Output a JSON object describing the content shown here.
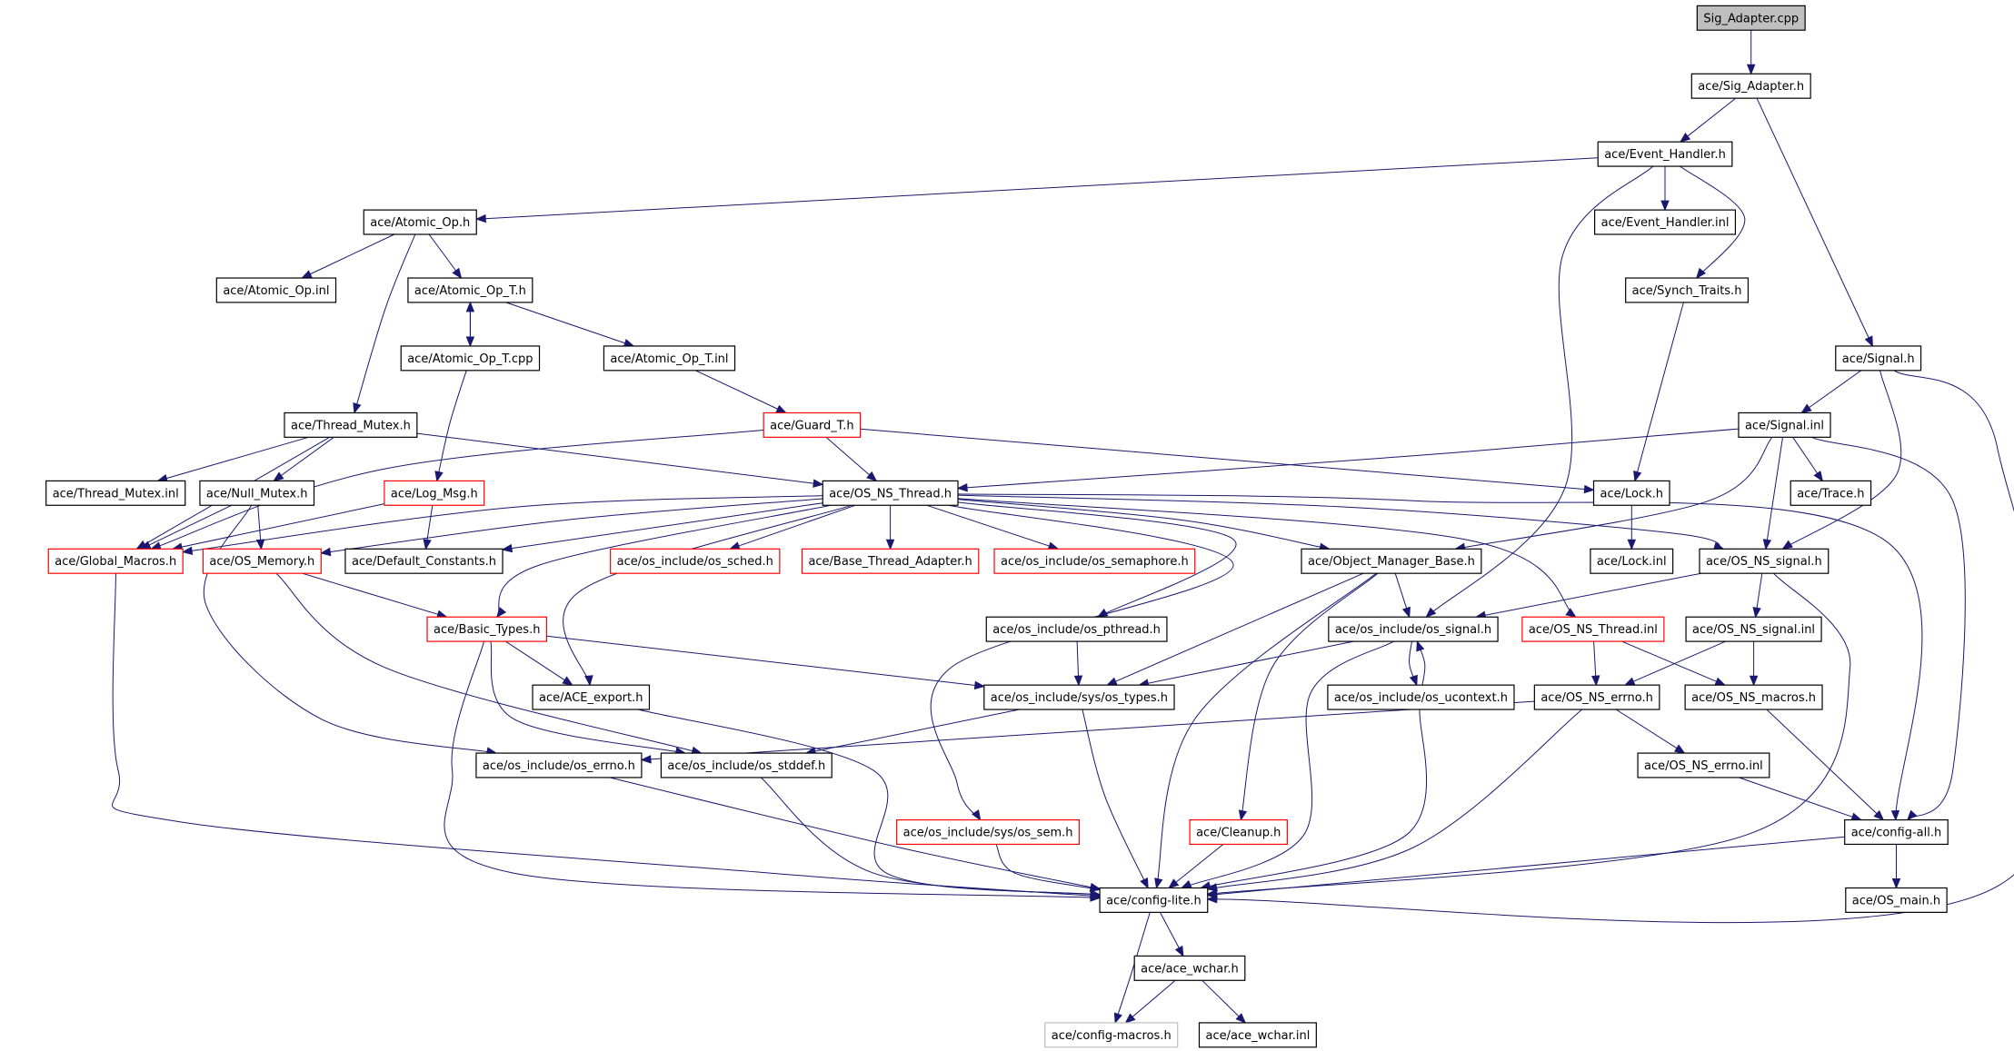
{
  "diagram": {
    "root": "Sig_Adapter.cpp",
    "colors": {
      "edge": "#191970",
      "normal_border": "#000000",
      "undocumented_border": "#ff0000",
      "missing_border": "#bfbfbf",
      "root_fill": "#bfbfbf",
      "fill": "#ffffff"
    },
    "nodes": [
      {
        "id": "sig_adapter_cpp",
        "label": "Sig_Adapter.cpp",
        "style": "root"
      },
      {
        "id": "sig_adapter_h",
        "label": "ace/Sig_Adapter.h",
        "style": "normal"
      },
      {
        "id": "event_handler_h",
        "label": "ace/Event_Handler.h",
        "style": "normal"
      },
      {
        "id": "atomic_op_h",
        "label": "ace/Atomic_Op.h",
        "style": "normal"
      },
      {
        "id": "event_handler_inl",
        "label": "ace/Event_Handler.inl",
        "style": "normal"
      },
      {
        "id": "atomic_op_inl",
        "label": "ace/Atomic_Op.inl",
        "style": "normal"
      },
      {
        "id": "atomic_op_t_h",
        "label": "ace/Atomic_Op_T.h",
        "style": "normal"
      },
      {
        "id": "synch_traits_h",
        "label": "ace/Synch_Traits.h",
        "style": "normal"
      },
      {
        "id": "atomic_op_t_cpp",
        "label": "ace/Atomic_Op_T.cpp",
        "style": "normal"
      },
      {
        "id": "atomic_op_t_inl",
        "label": "ace/Atomic_Op_T.inl",
        "style": "normal"
      },
      {
        "id": "signal_h",
        "label": "ace/Signal.h",
        "style": "normal"
      },
      {
        "id": "thread_mutex_h",
        "label": "ace/Thread_Mutex.h",
        "style": "normal"
      },
      {
        "id": "guard_t_h",
        "label": "ace/Guard_T.h",
        "style": "red"
      },
      {
        "id": "signal_inl",
        "label": "ace/Signal.inl",
        "style": "normal"
      },
      {
        "id": "thread_mutex_inl",
        "label": "ace/Thread_Mutex.inl",
        "style": "normal"
      },
      {
        "id": "null_mutex_h",
        "label": "ace/Null_Mutex.h",
        "style": "normal"
      },
      {
        "id": "log_msg_h",
        "label": "ace/Log_Msg.h",
        "style": "red"
      },
      {
        "id": "os_ns_thread_h",
        "label": "ace/OS_NS_Thread.h",
        "style": "normal"
      },
      {
        "id": "lock_h",
        "label": "ace/Lock.h",
        "style": "normal"
      },
      {
        "id": "trace_h",
        "label": "ace/Trace.h",
        "style": "normal"
      },
      {
        "id": "global_macros_h",
        "label": "ace/Global_Macros.h",
        "style": "red"
      },
      {
        "id": "os_memory_h",
        "label": "ace/OS_Memory.h",
        "style": "red"
      },
      {
        "id": "default_constants_h",
        "label": "ace/Default_Constants.h",
        "style": "normal"
      },
      {
        "id": "os_sched_h",
        "label": "ace/os_include/os_sched.h",
        "style": "red"
      },
      {
        "id": "base_thread_adapter_h",
        "label": "ace/Base_Thread_Adapter.h",
        "style": "red"
      },
      {
        "id": "os_semaphore_h",
        "label": "ace/os_include/os_semaphore.h",
        "style": "red"
      },
      {
        "id": "object_manager_base_h",
        "label": "ace/Object_Manager_Base.h",
        "style": "normal"
      },
      {
        "id": "lock_inl",
        "label": "ace/Lock.inl",
        "style": "normal"
      },
      {
        "id": "os_ns_signal_h",
        "label": "ace/OS_NS_signal.h",
        "style": "normal"
      },
      {
        "id": "basic_types_h",
        "label": "ace/Basic_Types.h",
        "style": "red"
      },
      {
        "id": "os_pthread_h",
        "label": "ace/os_include/os_pthread.h",
        "style": "normal"
      },
      {
        "id": "os_signal_h",
        "label": "ace/os_include/os_signal.h",
        "style": "normal"
      },
      {
        "id": "os_ns_thread_inl",
        "label": "ace/OS_NS_Thread.inl",
        "style": "red"
      },
      {
        "id": "os_ns_signal_inl",
        "label": "ace/OS_NS_signal.inl",
        "style": "normal"
      },
      {
        "id": "ace_export_h",
        "label": "ace/ACE_export.h",
        "style": "normal"
      },
      {
        "id": "os_types_h",
        "label": "ace/os_include/sys/os_types.h",
        "style": "normal"
      },
      {
        "id": "os_ucontext_h",
        "label": "ace/os_include/os_ucontext.h",
        "style": "normal"
      },
      {
        "id": "os_ns_errno_h",
        "label": "ace/OS_NS_errno.h",
        "style": "normal"
      },
      {
        "id": "os_ns_macros_h",
        "label": "ace/OS_NS_macros.h",
        "style": "normal"
      },
      {
        "id": "os_errno_h",
        "label": "ace/os_include/os_errno.h",
        "style": "normal"
      },
      {
        "id": "os_stddef_h",
        "label": "ace/os_include/os_stddef.h",
        "style": "normal"
      },
      {
        "id": "os_ns_errno_inl",
        "label": "ace/OS_NS_errno.inl",
        "style": "normal"
      },
      {
        "id": "os_sem_h",
        "label": "ace/os_include/sys/os_sem.h",
        "style": "red"
      },
      {
        "id": "cleanup_h",
        "label": "ace/Cleanup.h",
        "style": "red"
      },
      {
        "id": "config_all_h",
        "label": "ace/config-all.h",
        "style": "normal"
      },
      {
        "id": "config_lite_h",
        "label": "ace/config-lite.h",
        "style": "normal"
      },
      {
        "id": "os_main_h",
        "label": "ace/OS_main.h",
        "style": "normal"
      },
      {
        "id": "ace_wchar_h",
        "label": "ace/ace_wchar.h",
        "style": "normal"
      },
      {
        "id": "config_macros_h",
        "label": "ace/config-macros.h",
        "style": "missing"
      },
      {
        "id": "ace_wchar_inl",
        "label": "ace/ace_wchar.inl",
        "style": "normal"
      }
    ],
    "edges": [
      [
        "sig_adapter_cpp",
        "sig_adapter_h"
      ],
      [
        "sig_adapter_h",
        "event_handler_h"
      ],
      [
        "sig_adapter_h",
        "signal_h"
      ],
      [
        "event_handler_h",
        "atomic_op_h"
      ],
      [
        "event_handler_h",
        "event_handler_inl"
      ],
      [
        "event_handler_h",
        "synch_traits_h"
      ],
      [
        "event_handler_h",
        "os_signal_h"
      ],
      [
        "atomic_op_h",
        "atomic_op_inl"
      ],
      [
        "atomic_op_h",
        "atomic_op_t_h"
      ],
      [
        "atomic_op_h",
        "thread_mutex_h"
      ],
      [
        "atomic_op_t_h",
        "atomic_op_t_cpp"
      ],
      [
        "atomic_op_t_h",
        "atomic_op_t_inl"
      ],
      [
        "atomic_op_t_cpp",
        "atomic_op_t_h"
      ],
      [
        "atomic_op_t_cpp",
        "log_msg_h"
      ],
      [
        "atomic_op_t_inl",
        "guard_t_h"
      ],
      [
        "synch_traits_h",
        "lock_h"
      ],
      [
        "signal_h",
        "signal_inl"
      ],
      [
        "signal_h",
        "os_ns_signal_h"
      ],
      [
        "signal_h",
        "config_lite_h"
      ],
      [
        "signal_inl",
        "os_ns_thread_h"
      ],
      [
        "signal_inl",
        "trace_h"
      ],
      [
        "signal_inl",
        "object_manager_base_h"
      ],
      [
        "signal_inl",
        "os_ns_signal_h"
      ],
      [
        "signal_inl",
        "config_all_h"
      ],
      [
        "thread_mutex_h",
        "thread_mutex_inl"
      ],
      [
        "thread_mutex_h",
        "null_mutex_h"
      ],
      [
        "thread_mutex_h",
        "os_ns_thread_h"
      ],
      [
        "thread_mutex_h",
        "global_macros_h"
      ],
      [
        "guard_t_h",
        "os_ns_thread_h"
      ],
      [
        "guard_t_h",
        "lock_h"
      ],
      [
        "guard_t_h",
        "global_macros_h"
      ],
      [
        "null_mutex_h",
        "global_macros_h"
      ],
      [
        "null_mutex_h",
        "os_memory_h"
      ],
      [
        "null_mutex_h",
        "os_errno_h"
      ],
      [
        "log_msg_h",
        "global_macros_h"
      ],
      [
        "log_msg_h",
        "default_constants_h"
      ],
      [
        "lock_h",
        "lock_inl"
      ],
      [
        "os_ns_thread_h",
        "global_macros_h"
      ],
      [
        "os_ns_thread_h",
        "os_memory_h"
      ],
      [
        "os_ns_thread_h",
        "default_constants_h"
      ],
      [
        "os_ns_thread_h",
        "os_sched_h"
      ],
      [
        "os_ns_thread_h",
        "base_thread_adapter_h"
      ],
      [
        "os_ns_thread_h",
        "os_semaphore_h"
      ],
      [
        "os_ns_thread_h",
        "object_manager_base_h"
      ],
      [
        "os_ns_thread_h",
        "os_ns_signal_h"
      ],
      [
        "os_ns_thread_h",
        "basic_types_h"
      ],
      [
        "os_ns_thread_h",
        "ace_export_h"
      ],
      [
        "os_ns_thread_h",
        "os_pthread_h"
      ],
      [
        "os_ns_thread_h",
        "os_ns_thread_inl"
      ],
      [
        "os_ns_thread_h",
        "os_sem_h"
      ],
      [
        "os_ns_thread_h",
        "config_all_h"
      ],
      [
        "os_memory_h",
        "basic_types_h"
      ],
      [
        "os_memory_h",
        "os_stddef_h"
      ],
      [
        "global_macros_h",
        "config_lite_h"
      ],
      [
        "object_manager_base_h",
        "os_signal_h"
      ],
      [
        "object_manager_base_h",
        "os_types_h"
      ],
      [
        "object_manager_base_h",
        "cleanup_h"
      ],
      [
        "object_manager_base_h",
        "config_lite_h"
      ],
      [
        "os_ns_signal_h",
        "os_signal_h"
      ],
      [
        "os_ns_signal_h",
        "os_ns_signal_inl"
      ],
      [
        "os_ns_signal_h",
        "config_lite_h"
      ],
      [
        "os_ns_signal_inl",
        "os_ns_errno_h"
      ],
      [
        "os_ns_signal_inl",
        "os_ns_macros_h"
      ],
      [
        "basic_types_h",
        "ace_export_h"
      ],
      [
        "basic_types_h",
        "os_types_h"
      ],
      [
        "basic_types_h",
        "os_stddef_h"
      ],
      [
        "basic_types_h",
        "config_lite_h"
      ],
      [
        "os_pthread_h",
        "os_types_h"
      ],
      [
        "os_signal_h",
        "os_types_h"
      ],
      [
        "os_signal_h",
        "os_ucontext_h"
      ],
      [
        "os_signal_h",
        "config_lite_h"
      ],
      [
        "os_ucontext_h",
        "os_signal_h"
      ],
      [
        "os_ucontext_h",
        "config_lite_h"
      ],
      [
        "os_ns_thread_inl",
        "os_ns_errno_h"
      ],
      [
        "os_ns_thread_inl",
        "os_ns_macros_h"
      ],
      [
        "ace_export_h",
        "config_lite_h"
      ],
      [
        "os_types_h",
        "os_stddef_h"
      ],
      [
        "os_types_h",
        "config_lite_h"
      ],
      [
        "os_ns_errno_h",
        "os_errno_h"
      ],
      [
        "os_ns_errno_h",
        "os_ns_errno_inl"
      ],
      [
        "os_ns_errno_h",
        "config_lite_h"
      ],
      [
        "os_ns_macros_h",
        "config_all_h"
      ],
      [
        "os_errno_h",
        "config_lite_h"
      ],
      [
        "os_stddef_h",
        "config_lite_h"
      ],
      [
        "os_ns_errno_inl",
        "config_all_h"
      ],
      [
        "os_sem_h",
        "config_lite_h"
      ],
      [
        "cleanup_h",
        "config_lite_h"
      ],
      [
        "config_all_h",
        "config_lite_h"
      ],
      [
        "config_all_h",
        "os_main_h"
      ],
      [
        "config_lite_h",
        "ace_wchar_h"
      ],
      [
        "config_lite_h",
        "config_macros_h"
      ],
      [
        "ace_wchar_h",
        "config_macros_h"
      ],
      [
        "ace_wchar_h",
        "ace_wchar_inl"
      ]
    ]
  }
}
